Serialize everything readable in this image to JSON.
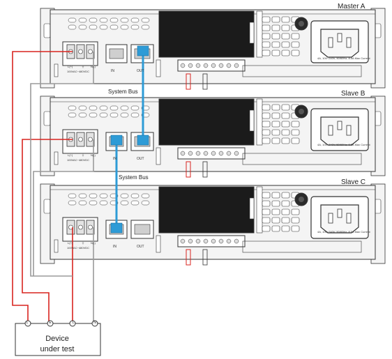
{
  "units": [
    {
      "name": "Master A",
      "in_label": "IN",
      "out_label": "OUT",
      "terminals": [
        "L(+)",
        "⏚",
        "N(-)"
      ],
      "rating": "100VAC~480VDC",
      "spec_text": "4A, 100~240V, 50/60Hz, 8.5A Max Current"
    },
    {
      "name": "Slave B",
      "in_label": "IN",
      "out_label": "OUT",
      "terminals": [
        "L(+)",
        "⏚",
        "N(-)"
      ],
      "rating": "100VAC~480VDC",
      "spec_text": "4A, 100~240V, 50/60Hz, 8.5A Max Current"
    },
    {
      "name": "Slave C",
      "in_label": "IN",
      "out_label": "OUT",
      "terminals": [
        "L(+)",
        "⏚",
        "N(-)"
      ],
      "rating": "100VAC~480VDC",
      "spec_text": "4A, 100~240V, 50/60Hz, 8.5A Max Current"
    }
  ],
  "bus_label": "System Bus",
  "dut": {
    "line1": "Device",
    "line2": "under test",
    "pins": [
      "L",
      "E",
      "L",
      "N"
    ]
  },
  "colors": {
    "red_wire": "#d9241f",
    "gray_wire": "#9a9a9a",
    "bus_cable": "#2e9bd6",
    "chassis": "#f4f4f4",
    "outline": "#333333"
  }
}
